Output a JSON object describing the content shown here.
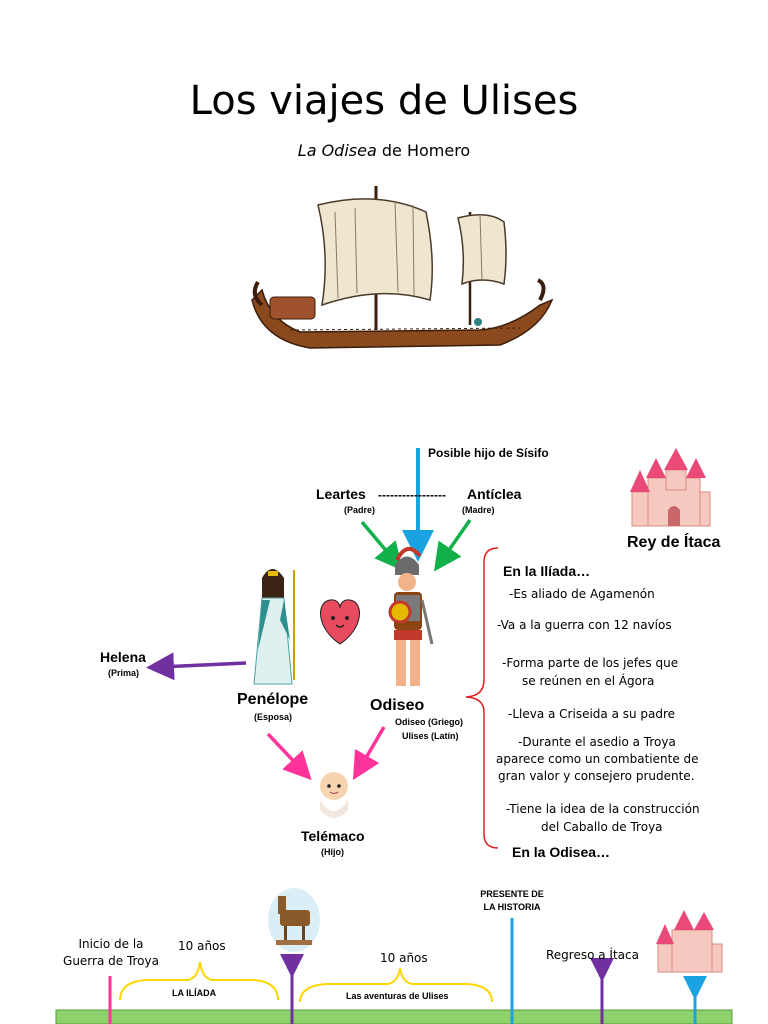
{
  "title": "Los viajes de Ulises",
  "subtitle": {
    "italic": "La Odisea",
    "rest": " de Homero"
  },
  "family": {
    "possible_father": "Posible hijo de Sísifo",
    "father": {
      "name": "Leartes",
      "role": "(Padre)"
    },
    "dashes": "-----------------",
    "mother": {
      "name": "Antíclea",
      "role": "(Madre)"
    },
    "king": "Rey de Ítaca",
    "helena": {
      "name": "Helena",
      "role": "(Prima)"
    },
    "penelope": {
      "name": "Penélope",
      "role": "(Esposa)"
    },
    "odiseo": {
      "name": "Odiseo",
      "alias1": "Odiseo (Griego)",
      "alias2": "Ulises (Latín)"
    },
    "telemaco": {
      "name": "Telémaco",
      "role": "(Hijo)"
    }
  },
  "iliada": {
    "heading": "En la Ilíada…",
    "items": [
      "-Es aliado de Agamenón",
      "-Va a la guerra con 12 navíos",
      "-Forma parte de los jefes que",
      "se reúnen en el Ágora",
      "-Lleva a Criseida a su padre",
      "-Durante el asedio a Troya",
      "aparece como un combatiente de",
      "gran valor y consejero prudente.",
      "-Tiene la idea de la construcción",
      "del Caballo de Troya"
    ],
    "odisea_heading": "En la Odisea…"
  },
  "timeline": {
    "start_line1": "Inicio de la",
    "start_line2": "Guerra de Troya",
    "years1": "10 años",
    "iliada_label": "LA ILÍADA",
    "years2": "10 años",
    "aventuras_label": "Las aventuras de Ulises",
    "present_line1": "PRESENTE DE",
    "present_line2": "LA HISTORIA",
    "return": "Regreso a Ítaca"
  },
  "colors": {
    "blue": "#1aa3e0",
    "green": "#12b04a",
    "purple": "#7030a0",
    "pink": "#ff3399",
    "red": "#e02020",
    "yellow": "#ffd700",
    "timeline": "#8fd16a"
  }
}
